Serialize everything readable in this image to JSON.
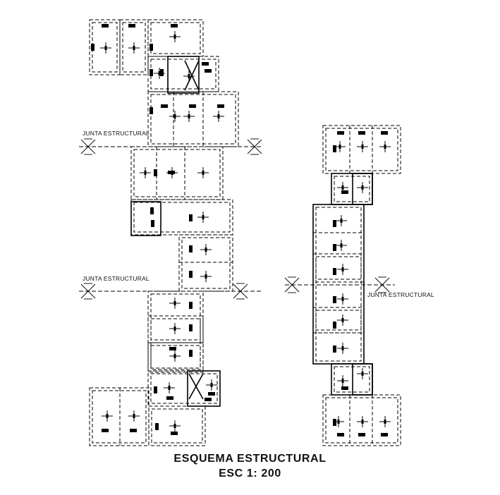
{
  "labels": {
    "joint": "JUNTA ESTRUCTURAL"
  },
  "title": {
    "main": "ESQUEMA ESTRUCTURAL",
    "scale": "ESC 1: 200"
  }
}
